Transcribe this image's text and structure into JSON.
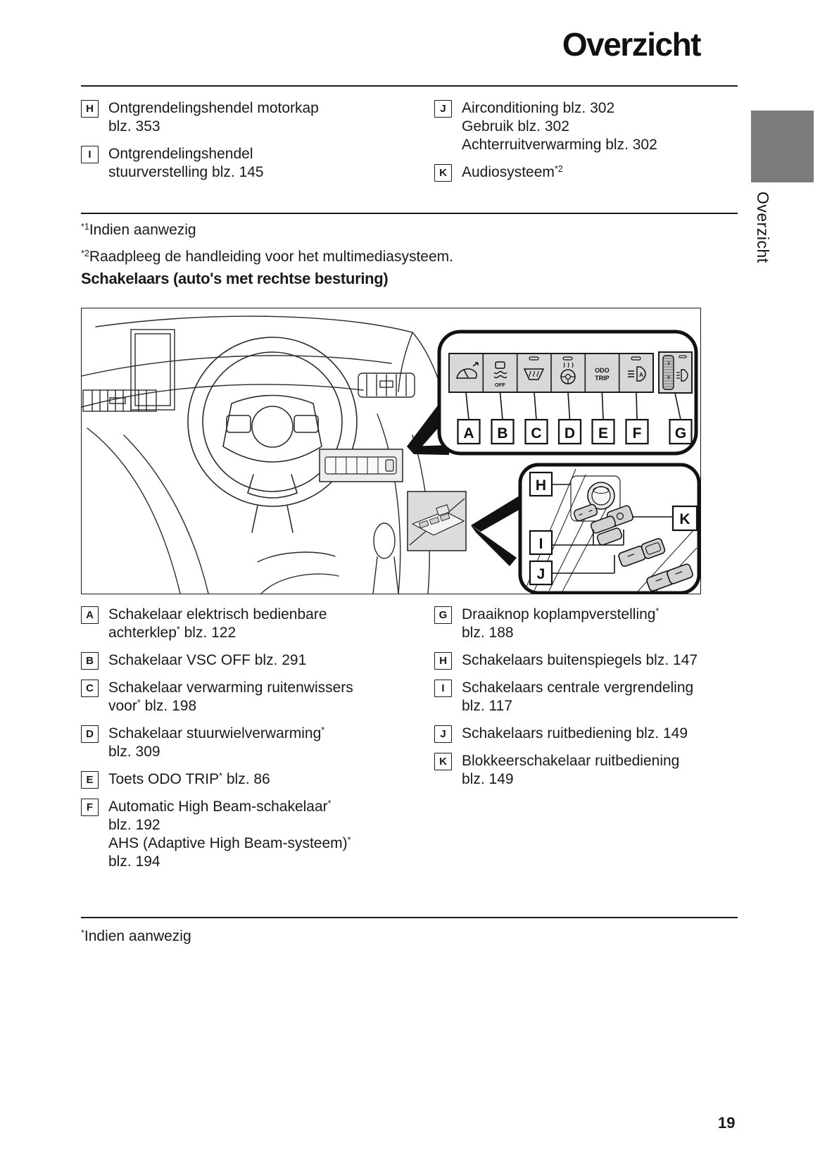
{
  "page": {
    "title": "Overzicht",
    "side_tab_label": "Overzicht",
    "page_number": "19"
  },
  "top_list": {
    "left": [
      {
        "marker": "H",
        "lines": [
          [
            {
              "t": "Ontgrendelingshendel motorkap"
            }
          ],
          [
            {
              "t": "blz. 353"
            }
          ]
        ]
      },
      {
        "marker": "I",
        "lines": [
          [
            {
              "t": "Ontgrendelingshendel"
            }
          ],
          [
            {
              "t": "stuurverstelling blz. 145"
            }
          ]
        ]
      }
    ],
    "right": [
      {
        "marker": "J",
        "lines": [
          [
            {
              "t": "Airconditioning blz. 302"
            }
          ],
          [
            {
              "t": "Gebruik blz. 302"
            }
          ],
          [
            {
              "t": "Achterruitverwarming blz. 302"
            }
          ]
        ]
      },
      {
        "marker": "K",
        "lines": [
          [
            {
              "t": "Audiosysteem"
            },
            {
              "t": "*2",
              "sup": true
            }
          ]
        ]
      }
    ]
  },
  "footnotes": [
    [
      {
        "t": "*1",
        "sup": true
      },
      {
        "t": "Indien aanwezig"
      }
    ],
    [
      {
        "t": "*2",
        "sup": true
      },
      {
        "t": "Raadpleeg de handleiding voor het multimediasysteem."
      }
    ]
  ],
  "section_heading": "Schakelaars (auto's met rechtse besturing)",
  "diagram": {
    "top_labels": [
      "A",
      "B",
      "C",
      "D",
      "E",
      "F",
      "G"
    ],
    "side_labels": [
      "H",
      "I",
      "J",
      "K"
    ],
    "button_texts": {
      "off": "OFF",
      "odo": "ODO",
      "trip": "TRIP",
      "dial_top": "1",
      "dial_bottom": "0",
      "auto_beam": "A"
    }
  },
  "bottom_list": {
    "left": [
      {
        "marker": "A",
        "lines": [
          [
            {
              "t": "Schakelaar elektrisch bedienbare"
            }
          ],
          [
            {
              "t": "achterklep"
            },
            {
              "t": "*",
              "sup": true
            },
            {
              "t": " blz. 122"
            }
          ]
        ]
      },
      {
        "marker": "B",
        "lines": [
          [
            {
              "t": "Schakelaar VSC OFF blz. 291"
            }
          ]
        ]
      },
      {
        "marker": "C",
        "lines": [
          [
            {
              "t": "Schakelaar verwarming ruitenwissers"
            }
          ],
          [
            {
              "t": "voor"
            },
            {
              "t": "*",
              "sup": true
            },
            {
              "t": " blz. 198"
            }
          ]
        ]
      },
      {
        "marker": "D",
        "lines": [
          [
            {
              "t": "Schakelaar stuurwielverwarming"
            },
            {
              "t": "*",
              "sup": true
            }
          ],
          [
            {
              "t": "blz. 309"
            }
          ]
        ]
      },
      {
        "marker": "E",
        "lines": [
          [
            {
              "t": "Toets ODO TRIP"
            },
            {
              "t": "*",
              "sup": true
            },
            {
              "t": " blz. 86"
            }
          ]
        ]
      },
      {
        "marker": "F",
        "lines": [
          [
            {
              "t": "Automatic High Beam-schakelaar"
            },
            {
              "t": "*",
              "sup": true
            }
          ],
          [
            {
              "t": "blz. 192"
            }
          ],
          [
            {
              "t": "AHS (Adaptive High Beam-systeem)"
            },
            {
              "t": "*",
              "sup": true
            }
          ],
          [
            {
              "t": "blz. 194"
            }
          ]
        ]
      }
    ],
    "right": [
      {
        "marker": "G",
        "lines": [
          [
            {
              "t": "Draaiknop koplampverstelling"
            },
            {
              "t": "*",
              "sup": true
            }
          ],
          [
            {
              "t": "blz. 188"
            }
          ]
        ]
      },
      {
        "marker": "H",
        "lines": [
          [
            {
              "t": "Schakelaars buitenspiegels blz. 147"
            }
          ]
        ]
      },
      {
        "marker": "I",
        "lines": [
          [
            {
              "t": "Schakelaars centrale vergrendeling"
            }
          ],
          [
            {
              "t": "blz. 117"
            }
          ]
        ]
      },
      {
        "marker": "J",
        "lines": [
          [
            {
              "t": "Schakelaars ruitbediening blz. 149"
            }
          ]
        ]
      },
      {
        "marker": "K",
        "lines": [
          [
            {
              "t": "Blokkeerschakelaar ruitbediening"
            }
          ],
          [
            {
              "t": "blz. 149"
            }
          ]
        ]
      }
    ]
  },
  "bottom_footnote": [
    {
      "t": "*",
      "sup": true
    },
    {
      "t": "Indien aanwezig"
    }
  ]
}
